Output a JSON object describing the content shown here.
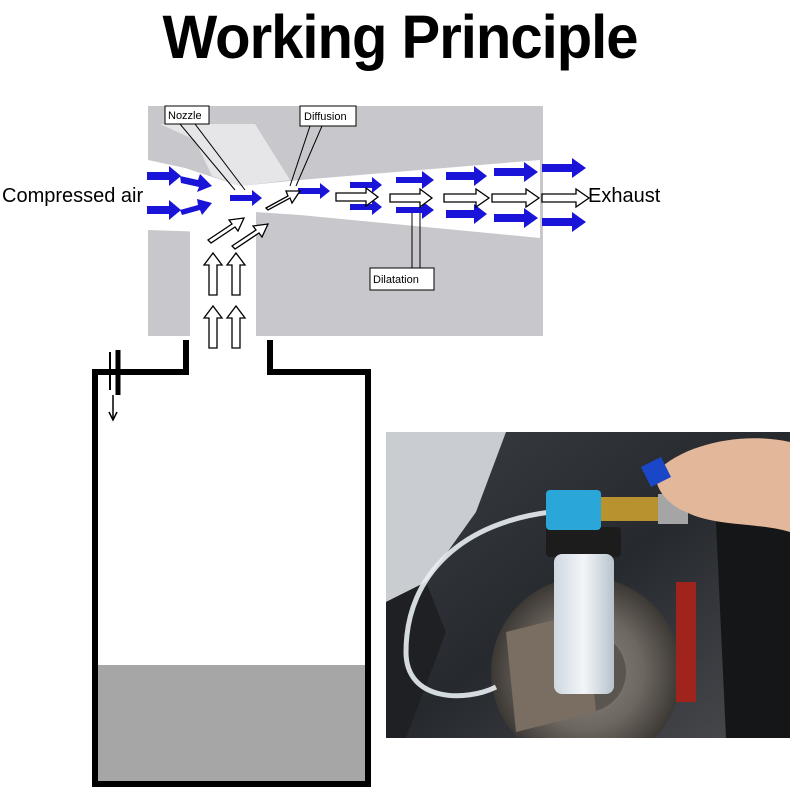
{
  "title": "Working Principle",
  "labels": {
    "nozzle": "Nozzle",
    "diffusion": "Diffusion",
    "dilatation": "Dilatation",
    "compressed_air": "Compressed air",
    "exhaust": "Exhaust"
  },
  "colors": {
    "body_gray": "#c8c8cc",
    "arrow_blue": "#1a14d8",
    "fluid_gray": "#a6a6a6",
    "line_black": "#000000"
  },
  "photo": {
    "alt": "brake fluid bleeder photo",
    "icon": "photo-brake-bleeder"
  }
}
